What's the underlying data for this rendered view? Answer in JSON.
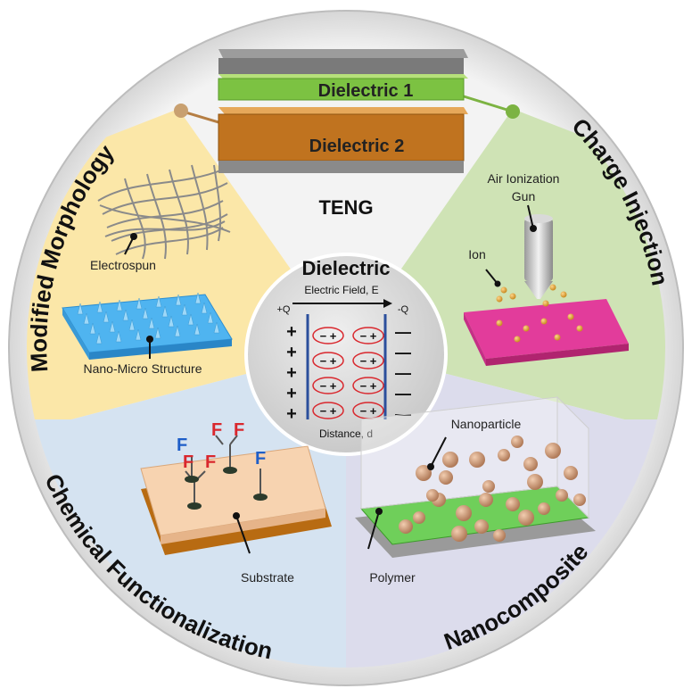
{
  "title": "TENG",
  "dielectrics": {
    "top": "Dielectric 1",
    "bottom": "Dielectric 2"
  },
  "center": {
    "title": "Dielectric",
    "field_label": "Electric Field, E",
    "plus_q": "+Q",
    "minus_q": "-Q",
    "distance_label": "Distance, d",
    "plus_sign": "+",
    "minus_sign": "—",
    "dipole": "− +"
  },
  "sections": {
    "morphology": {
      "title": "Modified Morphology",
      "label_electrospun": "Electrospun",
      "label_nano": "Nano-Micro Structure"
    },
    "charge": {
      "title": "Charge Injection",
      "label_gun_1": "Air Ionization",
      "label_gun_2": "Gun",
      "label_ion": "Ion"
    },
    "chemical": {
      "title": "Chemical Functionalization",
      "label_substrate": "Substrate",
      "atom": "F"
    },
    "nanocomposite": {
      "title": "Nanocomposite",
      "label_nanoparticle": "Nanoparticle",
      "label_polymer": "Polymer"
    }
  },
  "colors": {
    "morphology_bg": "#fbe7a8",
    "charge_bg": "#cfe3b5",
    "chemical_bg": "#d5e3f1",
    "nanocomposite_bg": "#dcdcec",
    "dielectric1": "#7cc242",
    "dielectric2": "#c0731f",
    "accent_red": "#d9272d",
    "accent_blue": "#1e5ec8"
  }
}
